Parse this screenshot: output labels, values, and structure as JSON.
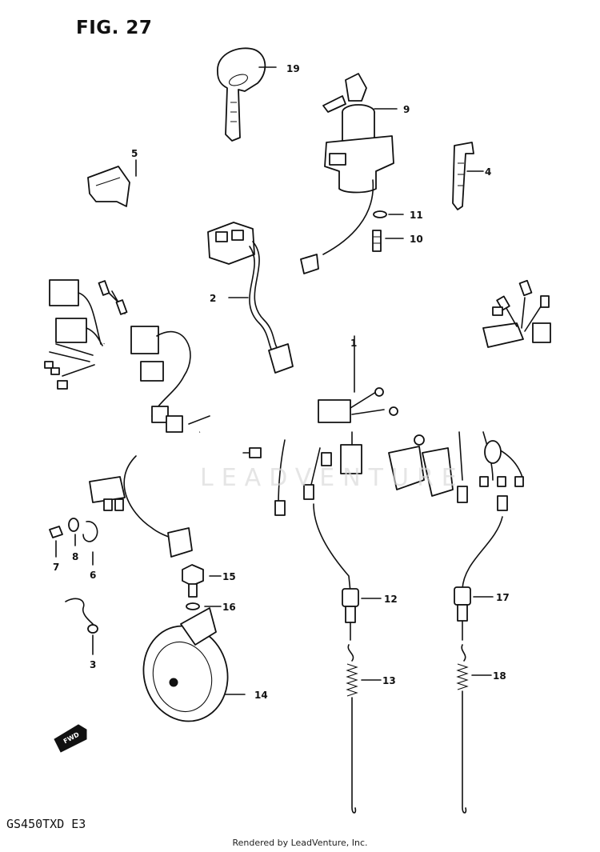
{
  "figure": {
    "title": "FIG. 27",
    "model": "GS450TXD  E3",
    "footer": "Rendered by LeadVenture, Inc.",
    "watermark": "LEADVENTURE"
  },
  "callouts": {
    "c1": "1",
    "c2": "2",
    "c3": "3",
    "c4": "4",
    "c5": "5",
    "c6": "6",
    "c7": "7",
    "c8": "8",
    "c9": "9",
    "c10": "10",
    "c11": "11",
    "c12": "12",
    "c13": "13",
    "c14": "14",
    "c15": "15",
    "c16": "16",
    "c17": "17",
    "c18": "18",
    "c19": "19"
  },
  "direction_badge": {
    "label": "FWD"
  },
  "colors": {
    "ink": "#111111",
    "paper": "#ffffff",
    "watermark": "#d8d8d8"
  }
}
